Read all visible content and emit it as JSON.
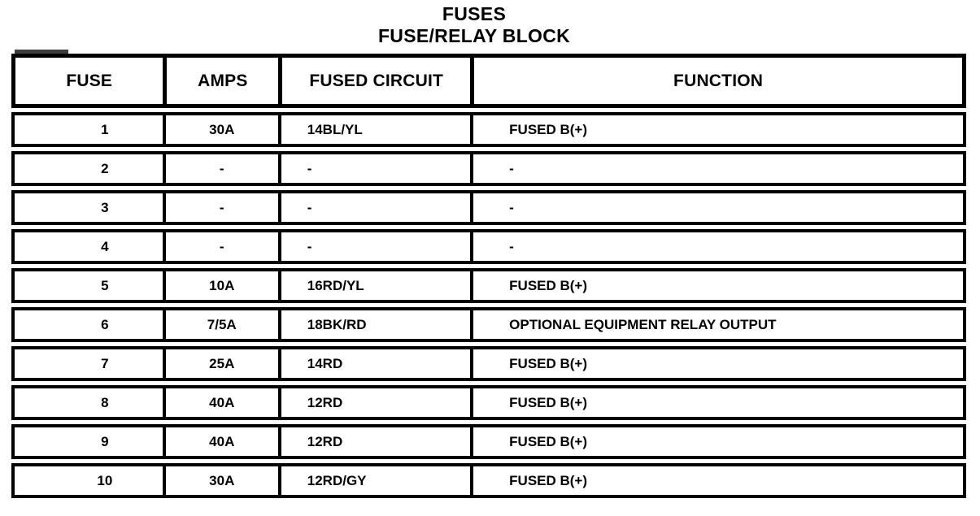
{
  "title": {
    "line1": "FUSES",
    "line2": "FUSE/RELAY BLOCK"
  },
  "table": {
    "headers": [
      "FUSE",
      "AMPS",
      "FUSED CIRCUIT",
      "FUNCTION"
    ],
    "rows": [
      {
        "fuse": "1",
        "amps": "30A",
        "circuit": "14BL/YL",
        "function": "FUSED B(+)"
      },
      {
        "fuse": "2",
        "amps": "-",
        "circuit": "-",
        "function": "-"
      },
      {
        "fuse": "3",
        "amps": "-",
        "circuit": "-",
        "function": "-"
      },
      {
        "fuse": "4",
        "amps": "-",
        "circuit": "-",
        "function": "-"
      },
      {
        "fuse": "5",
        "amps": "10A",
        "circuit": "16RD/YL",
        "function": "FUSED B(+)"
      },
      {
        "fuse": "6",
        "amps": "7/5A",
        "circuit": "18BK/RD",
        "function": "OPTIONAL EQUIPMENT RELAY OUTPUT"
      },
      {
        "fuse": "7",
        "amps": "25A",
        "circuit": "14RD",
        "function": "FUSED B(+)"
      },
      {
        "fuse": "8",
        "amps": "40A",
        "circuit": "12RD",
        "function": "FUSED B(+)"
      },
      {
        "fuse": "9",
        "amps": "40A",
        "circuit": "12RD",
        "function": "FUSED B(+)"
      },
      {
        "fuse": "10",
        "amps": "30A",
        "circuit": "12RD/GY",
        "function": "FUSED B(+)"
      }
    ]
  },
  "colors": {
    "border": "#000000",
    "background": "#ffffff",
    "text": "#000000"
  }
}
